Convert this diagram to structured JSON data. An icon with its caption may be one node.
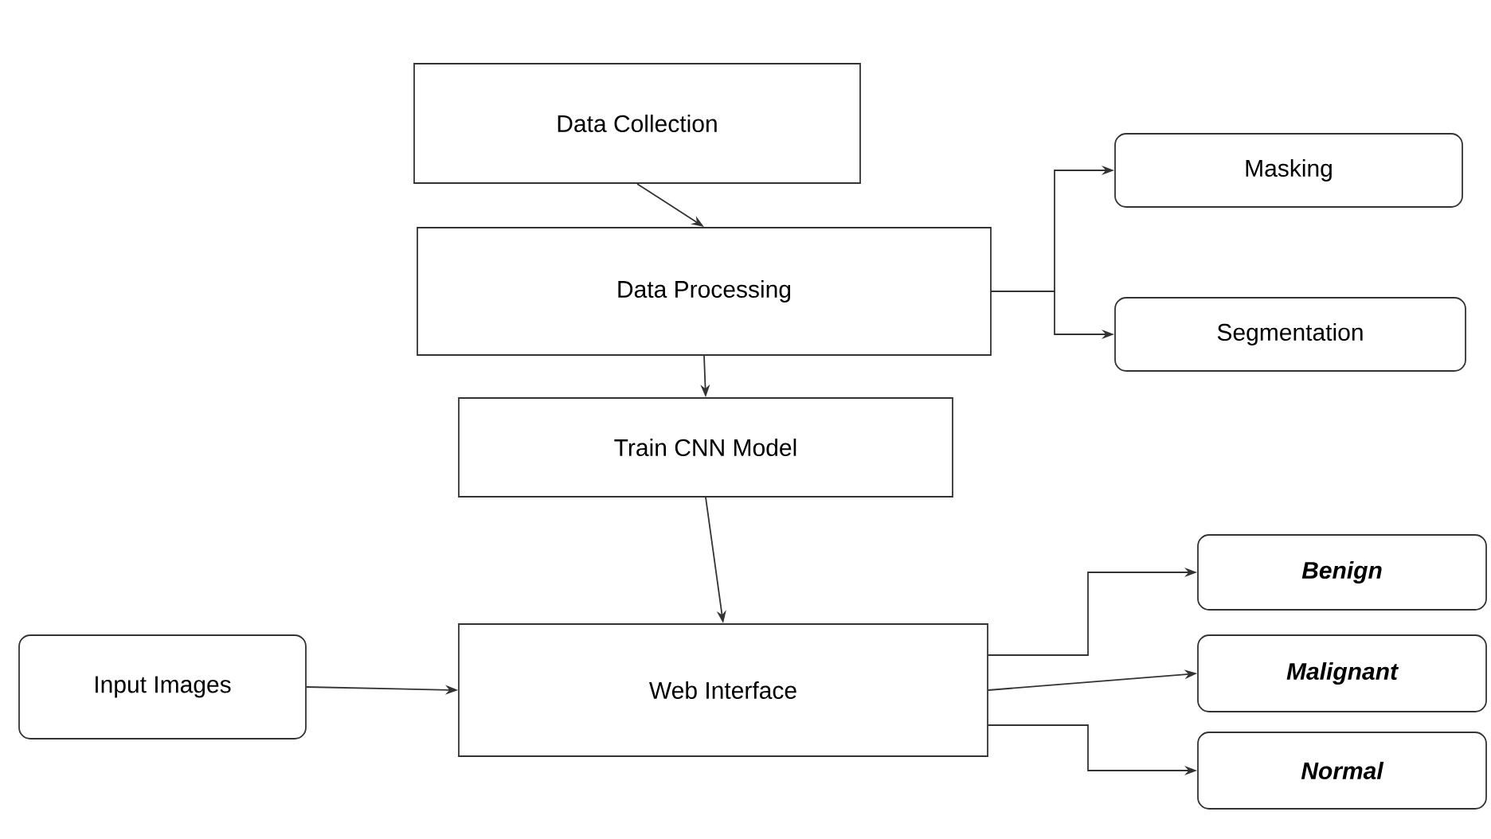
{
  "diagram": {
    "nodes": [
      {
        "text": [
          "Data Collection"
        ]
      },
      {
        "text": [
          "Data Processing"
        ]
      },
      {
        "text": [
          "Masking"
        ]
      },
      {
        "text": [
          "Segmentation"
        ]
      },
      {
        "text": [
          "Train CNN Model"
        ]
      },
      {
        "text": [
          "Input Images"
        ]
      },
      {
        "text": [
          "Web Interface"
        ]
      },
      {
        "text": [
          "Benign"
        ]
      },
      {
        "text": [
          "Malignant"
        ]
      },
      {
        "text": [
          "Normal"
        ]
      }
    ],
    "edges": [
      {
        "from": 0,
        "to": 1,
        "arrow": "to"
      },
      {
        "from": 1,
        "to": 2,
        "arrow": "to"
      },
      {
        "from": 1,
        "to": 3,
        "arrow": "to"
      },
      {
        "from": 1,
        "to": 4,
        "arrow": "to"
      },
      {
        "from": 4,
        "to": 6,
        "arrow": "to"
      },
      {
        "from": 5,
        "to": 6,
        "arrow": "to"
      },
      {
        "from": 6,
        "to": 7,
        "arrow": "to"
      },
      {
        "from": 6,
        "to": 8,
        "arrow": "to"
      },
      {
        "from": 6,
        "to": 9,
        "arrow": "to"
      }
    ]
  }
}
